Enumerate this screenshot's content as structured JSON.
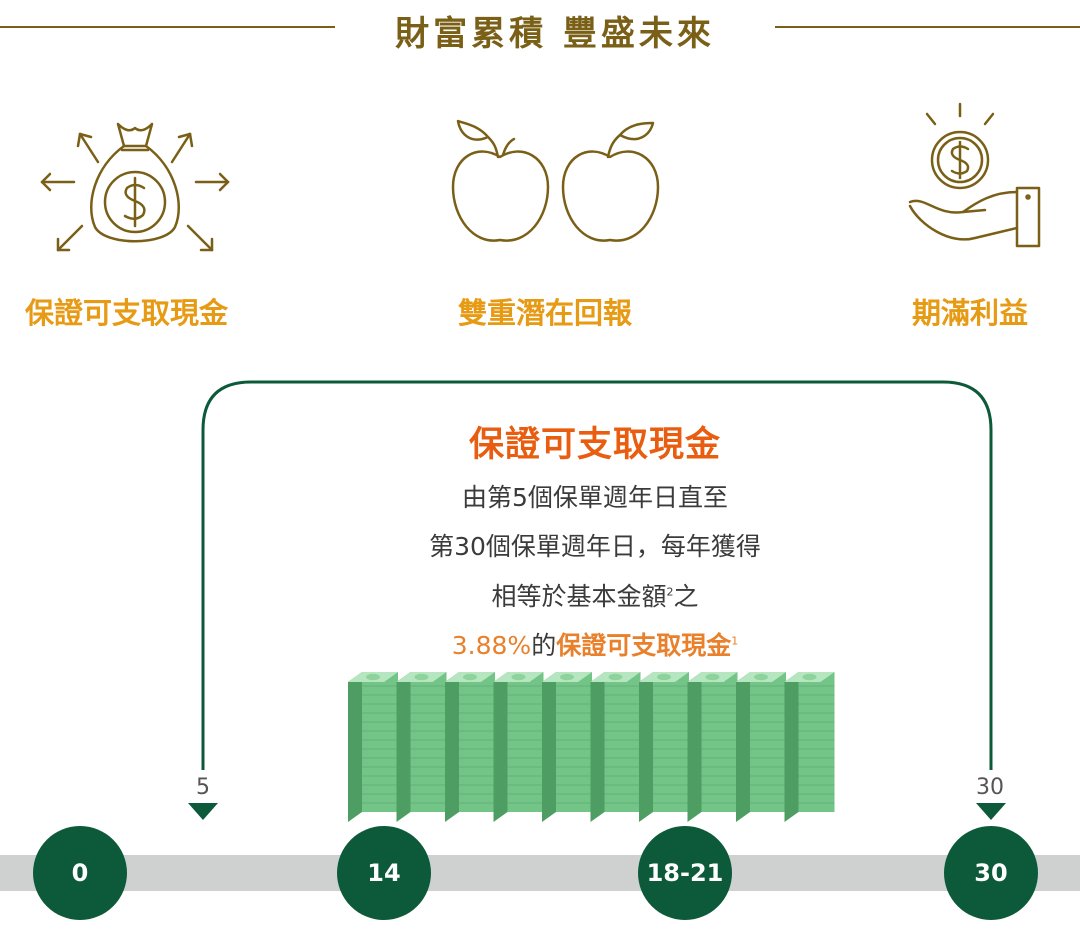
{
  "header": {
    "title": "財富累積  豐盛未來"
  },
  "features": [
    {
      "label": "保證可支取現金",
      "icon": "money-bag-icon"
    },
    {
      "label": "雙重潛在回報",
      "icon": "apples-icon"
    },
    {
      "label": "期滿利益",
      "icon": "hand-coin-icon"
    }
  ],
  "info": {
    "title": "保證可支取現金",
    "line1": "由第5個保單週年日直至",
    "line2": "第30個保單週年日，每年獲得",
    "line3_text": "相等於基本金額",
    "line3_sup": "2",
    "line3_tail": "之",
    "line4_pct": "3.88%",
    "line4_mid": "的",
    "line4_bold": "保證可支取現金",
    "line4_sup": "1"
  },
  "markers": {
    "start": "5",
    "end": "30"
  },
  "timeline": {
    "nodes": [
      "0",
      "14",
      "18-21",
      "30"
    ]
  },
  "colors": {
    "gold": "#7a5f17",
    "orange": "#e79a14",
    "red_orange": "#e85d10",
    "dark_green": "#0c5a3a",
    "cash_green": "#6fbf80",
    "track_gray": "#cfd1d0"
  }
}
